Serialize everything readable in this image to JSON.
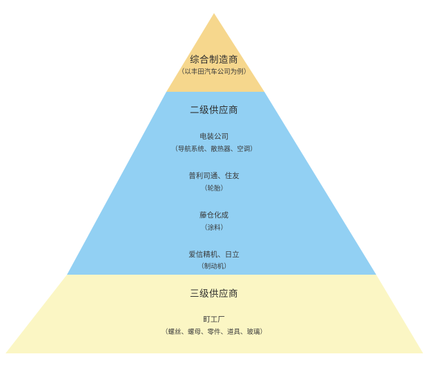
{
  "colors": {
    "top_tier": "#F6D78D",
    "middle_tier": "#92D0F3",
    "bottom_tier": "#FBF6C4",
    "text": "#333333"
  },
  "tiers": {
    "top": {
      "title": "综合制造商",
      "note": "（以丰田汽车公司为例）"
    },
    "middle": {
      "title": "二级供应商",
      "suppliers": [
        {
          "name": "电装公司",
          "note": "（导航系统、散热器、空调）"
        },
        {
          "name": "普利司通、住友",
          "note": "（轮胎）"
        },
        {
          "name": "藤仓化成",
          "note": "（涂料）"
        },
        {
          "name": "爱信精机、日立",
          "note": "（制动机）"
        }
      ]
    },
    "bottom": {
      "title": "三级供应商",
      "name": "町工厂",
      "note": "（螺丝、螺母、零件、道具、玻璃）"
    }
  }
}
